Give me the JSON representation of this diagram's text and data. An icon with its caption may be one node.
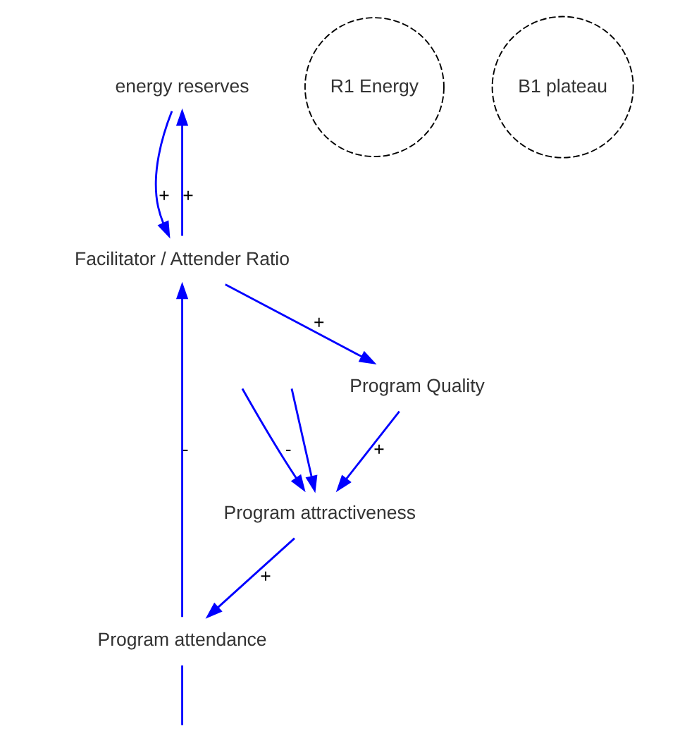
{
  "diagram": {
    "nodes": [
      {
        "text": [
          "energy reserves"
        ]
      },
      {
        "text": [
          "Facilitator / Attender Ratio"
        ]
      },
      {
        "text": [
          "Program Quality"
        ]
      },
      {
        "text": [
          "Program attendance"
        ]
      },
      {
        "text": [
          "Program attractiveness"
        ]
      }
    ],
    "edges": [
      {
        "from": 1,
        "to": 0,
        "arrow": "to",
        "label": "+"
      },
      {
        "from": 0,
        "to": 1,
        "arrow": "to",
        "label": "+"
      },
      {
        "from": 1,
        "to": 2,
        "arrow": "to",
        "label": "+"
      },
      {
        "from": 2,
        "to": 4,
        "arrow": "to",
        "label": "+"
      },
      {
        "from": 4,
        "to": 3,
        "arrow": "to",
        "label": "+"
      },
      {
        "from": 3,
        "to": 1,
        "arrow": "to",
        "label": "-"
      },
      {
        "from": 3,
        "to": null,
        "arrow": "none"
      },
      {
        "from": null,
        "to": 4,
        "arrow": "to",
        "label": "-"
      },
      {
        "from": null,
        "to": 4,
        "arrow": "to"
      }
    ],
    "labels": [
      "R1 Energy",
      "B1 plateau"
    ]
  }
}
